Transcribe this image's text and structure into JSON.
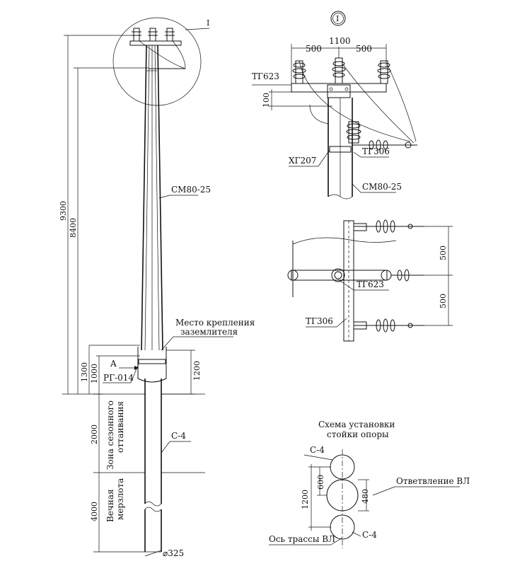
{
  "labels": {
    "callout_marker": "I",
    "detail_header": "I",
    "strut_left": "СМ80-25",
    "grounding_line1": "Место крепления",
    "grounding_line2": "заземлителя",
    "view_a": "A",
    "rg": "РГ-014",
    "c4_main": "С-4",
    "diameter": "⌀325",
    "zone_thaw_line1": "Зона сезонного",
    "zone_thaw_line2": "оттаивания",
    "zone_perm_line1": "Вечная",
    "zone_perm_line2": "мерзлота",
    "tg623_top": "ТГ623",
    "xg207": "ХГ207",
    "tg306_top": "ТГ306",
    "strut_detail": "СМ80-25",
    "tg623_plan": "ТГ623",
    "tg306_plan": "ТГ306",
    "scheme_title_line1": "Схема установки",
    "scheme_title_line2": "стойки опоры",
    "c4_top": "С-4",
    "branch": "Ответвление ВЛ",
    "c4_bottom": "С-4",
    "axis_route": "Ось трассы ВЛ"
  },
  "dims": {
    "d9300": "9300",
    "d8400": "8400",
    "d1300": "1300",
    "d1000": "1000",
    "d1200_left": "1200",
    "d2000": "2000",
    "d4000": "4000",
    "d1100": "1100",
    "d500_a": "500",
    "d500_b": "500",
    "d100": "100",
    "d500_plan_a": "500",
    "d500_plan_b": "500",
    "d600": "600",
    "d1200_scheme": "1200",
    "d480": "480"
  },
  "colors": {
    "ink": "#111111",
    "paper": "#ffffff"
  }
}
